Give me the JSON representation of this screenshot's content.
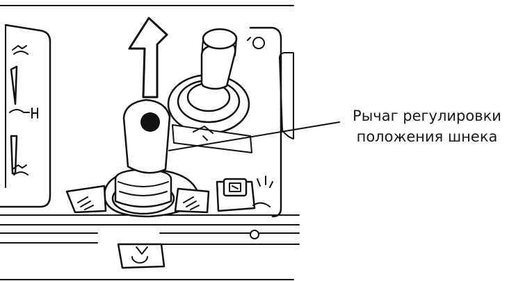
{
  "callout": {
    "line1": "Рычаг регулировки",
    "line2": "положения шнека"
  },
  "icons": {
    "arrow": "up-arrow-icon",
    "levers": [
      "joystick-lever",
      "auger-lever"
    ]
  },
  "colors": {
    "ink": "#111111",
    "paper": "#ffffff"
  }
}
